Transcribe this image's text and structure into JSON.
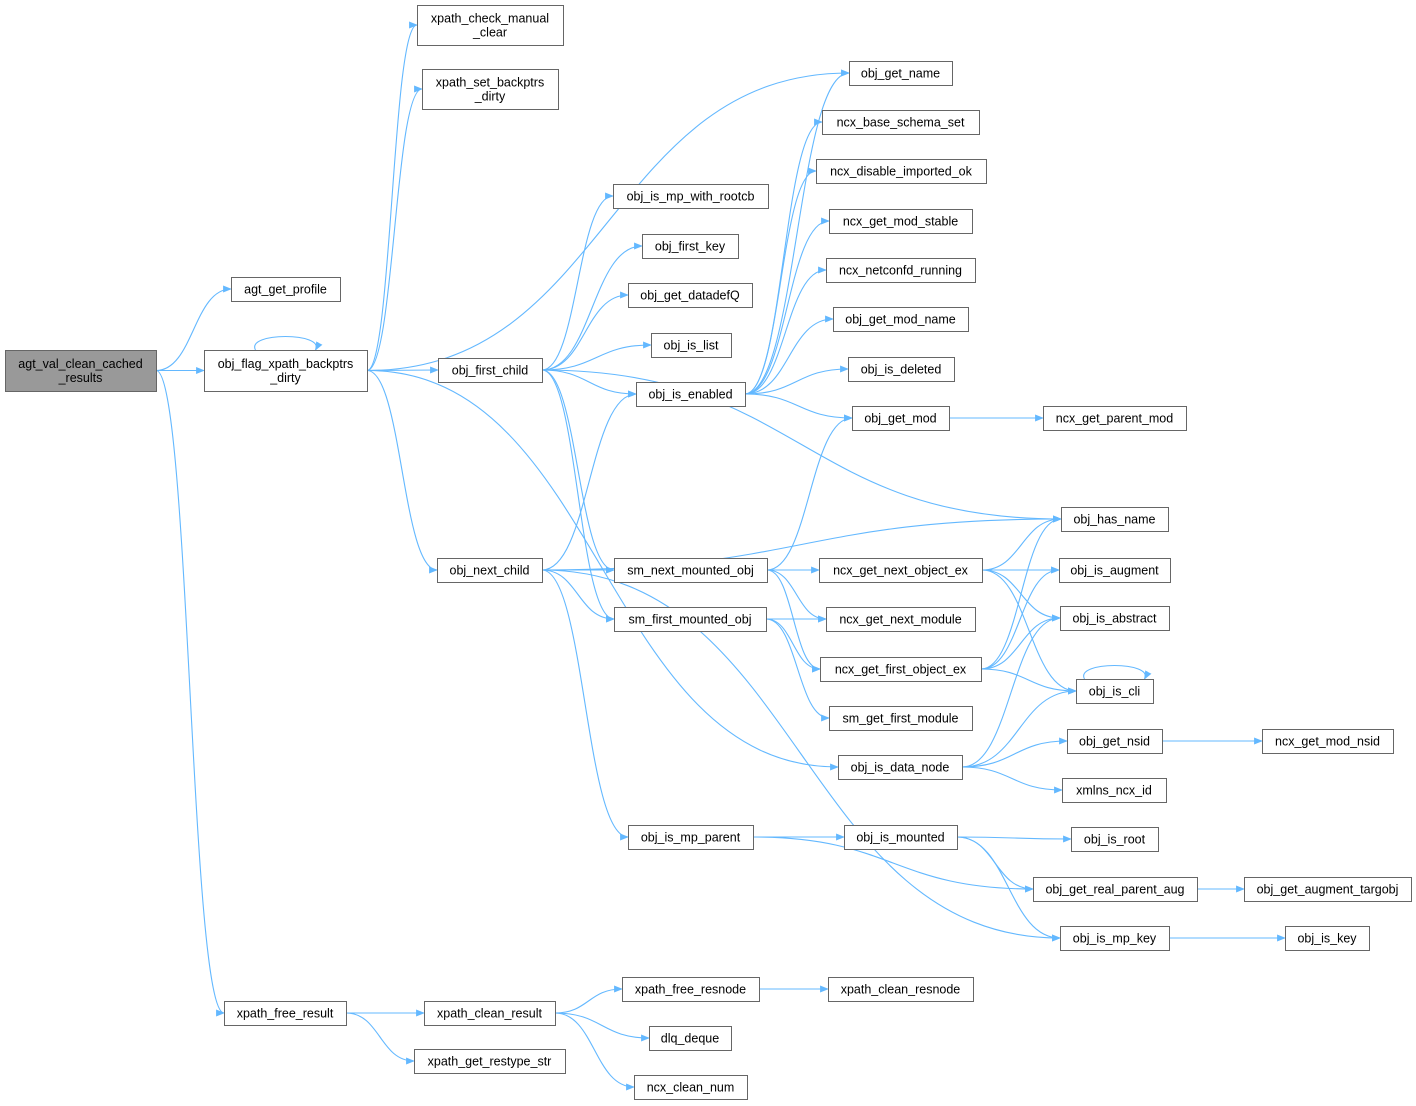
{
  "graph": {
    "title": "Call graph of agt_val_clean_cached_results",
    "colors": {
      "edge": "#63b8ff",
      "root_fill": "#999999",
      "node_border": "#666666"
    },
    "nodes": [
      {
        "id": "agt_val_clean_cached_results",
        "lines": [
          "agt_val_clean_cached",
          "_results"
        ],
        "root": true
      },
      {
        "id": "agt_get_profile",
        "lines": [
          "agt_get_profile"
        ]
      },
      {
        "id": "obj_flag_xpath_backptrs_dirty",
        "lines": [
          "obj_flag_xpath_backptrs",
          "_dirty"
        ]
      },
      {
        "id": "xpath_check_manual_clear",
        "lines": [
          "xpath_check_manual",
          "_clear"
        ]
      },
      {
        "id": "xpath_set_backptrs_dirty",
        "lines": [
          "xpath_set_backptrs",
          "_dirty"
        ]
      },
      {
        "id": "obj_get_name",
        "lines": [
          "obj_get_name"
        ]
      },
      {
        "id": "ncx_base_schema_set",
        "lines": [
          "ncx_base_schema_set"
        ]
      },
      {
        "id": "ncx_disable_imported_ok",
        "lines": [
          "ncx_disable_imported_ok"
        ]
      },
      {
        "id": "obj_is_mp_with_rootcb",
        "lines": [
          "obj_is_mp_with_rootcb"
        ]
      },
      {
        "id": "obj_first_key",
        "lines": [
          "obj_first_key"
        ]
      },
      {
        "id": "ncx_get_mod_stable",
        "lines": [
          "ncx_get_mod_stable"
        ]
      },
      {
        "id": "obj_get_datadefQ",
        "lines": [
          "obj_get_datadefQ"
        ]
      },
      {
        "id": "ncx_netconfd_running",
        "lines": [
          "ncx_netconfd_running"
        ]
      },
      {
        "id": "obj_get_mod_name",
        "lines": [
          "obj_get_mod_name"
        ]
      },
      {
        "id": "obj_is_list",
        "lines": [
          "obj_is_list"
        ]
      },
      {
        "id": "obj_first_child",
        "lines": [
          "obj_first_child"
        ]
      },
      {
        "id": "obj_is_deleted",
        "lines": [
          "obj_is_deleted"
        ]
      },
      {
        "id": "obj_is_enabled",
        "lines": [
          "obj_is_enabled"
        ]
      },
      {
        "id": "obj_get_mod",
        "lines": [
          "obj_get_mod"
        ]
      },
      {
        "id": "ncx_get_parent_mod",
        "lines": [
          "ncx_get_parent_mod"
        ]
      },
      {
        "id": "obj_has_name",
        "lines": [
          "obj_has_name"
        ]
      },
      {
        "id": "obj_next_child",
        "lines": [
          "obj_next_child"
        ]
      },
      {
        "id": "sm_next_mounted_obj",
        "lines": [
          "sm_next_mounted_obj"
        ]
      },
      {
        "id": "ncx_get_next_object_ex",
        "lines": [
          "ncx_get_next_object_ex"
        ]
      },
      {
        "id": "obj_is_augment",
        "lines": [
          "obj_is_augment"
        ]
      },
      {
        "id": "sm_first_mounted_obj",
        "lines": [
          "sm_first_mounted_obj"
        ]
      },
      {
        "id": "ncx_get_next_module",
        "lines": [
          "ncx_get_next_module"
        ]
      },
      {
        "id": "obj_is_abstract",
        "lines": [
          "obj_is_abstract"
        ]
      },
      {
        "id": "ncx_get_first_object_ex",
        "lines": [
          "ncx_get_first_object_ex"
        ]
      },
      {
        "id": "obj_is_cli",
        "lines": [
          "obj_is_cli"
        ]
      },
      {
        "id": "sm_get_first_module",
        "lines": [
          "sm_get_first_module"
        ]
      },
      {
        "id": "obj_get_nsid",
        "lines": [
          "obj_get_nsid"
        ]
      },
      {
        "id": "ncx_get_mod_nsid",
        "lines": [
          "ncx_get_mod_nsid"
        ]
      },
      {
        "id": "obj_is_data_node",
        "lines": [
          "obj_is_data_node"
        ]
      },
      {
        "id": "xmlns_ncx_id",
        "lines": [
          "xmlns_ncx_id"
        ]
      },
      {
        "id": "obj_is_mp_parent",
        "lines": [
          "obj_is_mp_parent"
        ]
      },
      {
        "id": "obj_is_mounted",
        "lines": [
          "obj_is_mounted"
        ]
      },
      {
        "id": "obj_is_root",
        "lines": [
          "obj_is_root"
        ]
      },
      {
        "id": "obj_get_real_parent_aug",
        "lines": [
          "obj_get_real_parent_aug"
        ]
      },
      {
        "id": "obj_get_augment_targobj",
        "lines": [
          "obj_get_augment_targobj"
        ]
      },
      {
        "id": "obj_is_mp_key",
        "lines": [
          "obj_is_mp_key"
        ]
      },
      {
        "id": "obj_is_key",
        "lines": [
          "obj_is_key"
        ]
      },
      {
        "id": "xpath_free_resnode",
        "lines": [
          "xpath_free_resnode"
        ]
      },
      {
        "id": "xpath_clean_resnode",
        "lines": [
          "xpath_clean_resnode"
        ]
      },
      {
        "id": "xpath_free_result",
        "lines": [
          "xpath_free_result"
        ]
      },
      {
        "id": "xpath_clean_result",
        "lines": [
          "xpath_clean_result"
        ]
      },
      {
        "id": "dlq_deque",
        "lines": [
          "dlq_deque"
        ]
      },
      {
        "id": "xpath_get_restype_str",
        "lines": [
          "xpath_get_restype_str"
        ]
      },
      {
        "id": "ncx_clean_num",
        "lines": [
          "ncx_clean_num"
        ]
      }
    ],
    "edges": [
      [
        "agt_val_clean_cached_results",
        "agt_get_profile"
      ],
      [
        "agt_val_clean_cached_results",
        "obj_flag_xpath_backptrs_dirty"
      ],
      [
        "agt_val_clean_cached_results",
        "xpath_free_result"
      ],
      [
        "obj_flag_xpath_backptrs_dirty",
        "xpath_check_manual_clear"
      ],
      [
        "obj_flag_xpath_backptrs_dirty",
        "xpath_set_backptrs_dirty"
      ],
      [
        "obj_flag_xpath_backptrs_dirty",
        "obj_get_name"
      ],
      [
        "obj_flag_xpath_backptrs_dirty",
        "obj_flag_xpath_backptrs_dirty"
      ],
      [
        "obj_flag_xpath_backptrs_dirty",
        "obj_first_child"
      ],
      [
        "obj_flag_xpath_backptrs_dirty",
        "obj_next_child"
      ],
      [
        "obj_flag_xpath_backptrs_dirty",
        "obj_is_data_node"
      ],
      [
        "obj_first_child",
        "obj_is_mp_with_rootcb"
      ],
      [
        "obj_first_child",
        "obj_first_key"
      ],
      [
        "obj_first_child",
        "obj_get_datadefQ"
      ],
      [
        "obj_first_child",
        "obj_is_list"
      ],
      [
        "obj_first_child",
        "obj_is_enabled"
      ],
      [
        "obj_first_child",
        "obj_has_name"
      ],
      [
        "obj_first_child",
        "sm_next_mounted_obj"
      ],
      [
        "obj_first_child",
        "sm_first_mounted_obj"
      ],
      [
        "obj_is_enabled",
        "obj_get_name"
      ],
      [
        "obj_is_enabled",
        "ncx_base_schema_set"
      ],
      [
        "obj_is_enabled",
        "ncx_disable_imported_ok"
      ],
      [
        "obj_is_enabled",
        "ncx_get_mod_stable"
      ],
      [
        "obj_is_enabled",
        "ncx_netconfd_running"
      ],
      [
        "obj_is_enabled",
        "obj_get_mod_name"
      ],
      [
        "obj_is_enabled",
        "obj_is_deleted"
      ],
      [
        "obj_is_enabled",
        "obj_get_mod"
      ],
      [
        "obj_get_mod",
        "ncx_get_parent_mod"
      ],
      [
        "obj_next_child",
        "obj_is_enabled"
      ],
      [
        "obj_next_child",
        "obj_has_name"
      ],
      [
        "obj_next_child",
        "sm_next_mounted_obj"
      ],
      [
        "obj_next_child",
        "sm_first_mounted_obj"
      ],
      [
        "obj_next_child",
        "obj_is_mp_parent"
      ],
      [
        "obj_next_child",
        "obj_is_mp_key"
      ],
      [
        "sm_next_mounted_obj",
        "obj_get_mod"
      ],
      [
        "sm_next_mounted_obj",
        "ncx_get_next_object_ex"
      ],
      [
        "sm_next_mounted_obj",
        "ncx_get_next_module"
      ],
      [
        "sm_next_mounted_obj",
        "ncx_get_first_object_ex"
      ],
      [
        "sm_first_mounted_obj",
        "ncx_get_next_module"
      ],
      [
        "sm_first_mounted_obj",
        "ncx_get_first_object_ex"
      ],
      [
        "sm_first_mounted_obj",
        "sm_get_first_module"
      ],
      [
        "ncx_get_next_object_ex",
        "obj_has_name"
      ],
      [
        "ncx_get_next_object_ex",
        "obj_is_augment"
      ],
      [
        "ncx_get_next_object_ex",
        "obj_is_abstract"
      ],
      [
        "ncx_get_next_object_ex",
        "obj_is_cli"
      ],
      [
        "ncx_get_first_object_ex",
        "obj_has_name"
      ],
      [
        "ncx_get_first_object_ex",
        "obj_is_augment"
      ],
      [
        "ncx_get_first_object_ex",
        "obj_is_abstract"
      ],
      [
        "ncx_get_first_object_ex",
        "obj_is_cli"
      ],
      [
        "obj_is_cli",
        "obj_is_cli"
      ],
      [
        "obj_is_data_node",
        "obj_is_abstract"
      ],
      [
        "obj_is_data_node",
        "obj_is_cli"
      ],
      [
        "obj_is_data_node",
        "obj_get_nsid"
      ],
      [
        "obj_is_data_node",
        "xmlns_ncx_id"
      ],
      [
        "obj_get_nsid",
        "ncx_get_mod_nsid"
      ],
      [
        "obj_is_mp_parent",
        "obj_is_mounted"
      ],
      [
        "obj_is_mp_parent",
        "obj_get_real_parent_aug"
      ],
      [
        "obj_is_mounted",
        "obj_is_root"
      ],
      [
        "obj_is_mounted",
        "obj_get_real_parent_aug"
      ],
      [
        "obj_is_mounted",
        "obj_is_mp_key"
      ],
      [
        "obj_get_real_parent_aug",
        "obj_get_augment_targobj"
      ],
      [
        "obj_is_mp_key",
        "obj_is_key"
      ],
      [
        "xpath_free_result",
        "xpath_clean_result"
      ],
      [
        "xpath_free_result",
        "xpath_get_restype_str"
      ],
      [
        "xpath_clean_result",
        "xpath_free_resnode"
      ],
      [
        "xpath_clean_result",
        "dlq_deque"
      ],
      [
        "xpath_clean_result",
        "ncx_clean_num"
      ],
      [
        "xpath_free_resnode",
        "xpath_clean_resnode"
      ]
    ]
  }
}
